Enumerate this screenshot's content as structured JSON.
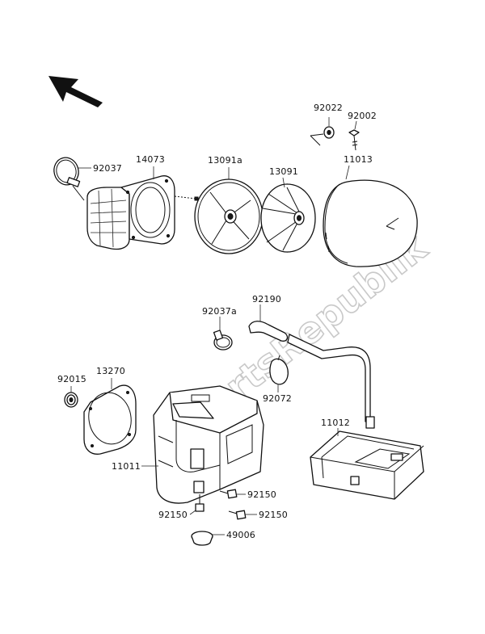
{
  "watermark": "PartsRepublik",
  "labels": {
    "p92022": "92022",
    "p92002": "92002",
    "p92037": "92037",
    "p14073": "14073",
    "p13091a": "13091a",
    "p13091": "13091",
    "p11013": "11013",
    "p92037a": "92037a",
    "p92190": "92190",
    "p92015": "92015",
    "p13270": "13270",
    "p92072": "92072",
    "p11012": "11012",
    "p11011": "11011",
    "p92150a": "92150",
    "p92150b": "92150",
    "p92150c": "92150",
    "p49006": "49006"
  },
  "icons": {
    "direction": "front-direction-arrow-icon"
  }
}
